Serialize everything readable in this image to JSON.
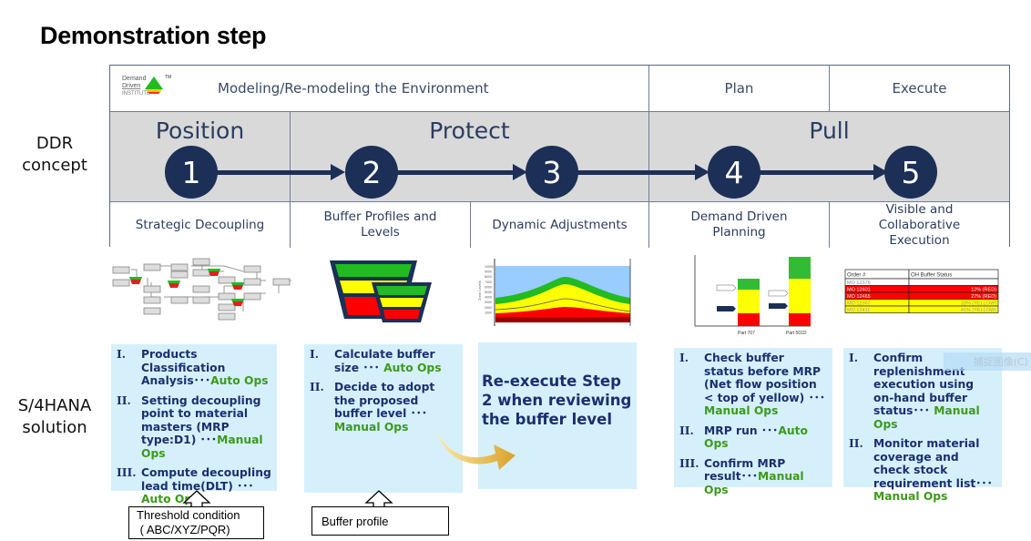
{
  "page": {
    "title": "Demonstration step"
  },
  "row_labels": {
    "ddr": [
      "DDR",
      "concept"
    ],
    "s4": [
      "S/4HANA",
      "solution"
    ]
  },
  "framework": {
    "logo": {
      "line1": "Demand",
      "line2": "Driven",
      "line3": "INSTITUTE",
      "tm": "TM"
    },
    "header": {
      "modeling": "Modeling/Re-modeling the Environment",
      "plan": "Plan",
      "execute": "Execute"
    },
    "phases": [
      {
        "label": "Position"
      },
      {
        "label": "Protect"
      },
      {
        "label": "Pull"
      }
    ],
    "steps": [
      {
        "number": "1",
        "label": "Strategic Decoupling"
      },
      {
        "number": "2",
        "label": "Buffer Profiles and Levels"
      },
      {
        "number": "3",
        "label": "Dynamic Adjustments"
      },
      {
        "number": "4",
        "label": "Demand Driven Planning"
      },
      {
        "number": "5",
        "label": "Visible and Collaborative Execution"
      }
    ],
    "colors": {
      "navy": "#1b2f57",
      "band_gray": "#d9d9d9",
      "green": "#22bb22",
      "yellow": "#ffff00",
      "red": "#ff0000",
      "box_blue": "#d5f0fb",
      "ops_green": "#3c9a1a"
    }
  },
  "illustrations": {
    "chart_axis_label": "Zone Levels",
    "chart_ticks": [
      "10000",
      "9000",
      "8000",
      "7000",
      "6000",
      "5000",
      "4000",
      "3000",
      "2000",
      "1000"
    ],
    "parts": [
      "Part 707",
      "Part 501D"
    ],
    "order_table": {
      "headers": [
        "Order #",
        "OH Buffer Status"
      ],
      "rows": [
        {
          "order": "MO 12379",
          "status": "",
          "color": "white"
        },
        {
          "order": "MO 12401",
          "status": "12% (RED)",
          "color": "red"
        },
        {
          "order": "MO 12465",
          "status": "27% (RED)",
          "color": "red"
        },
        {
          "order": "MO 12367",
          "status": "33% (YELLOW)",
          "color": "yellow"
        },
        {
          "order": "MO 12411",
          "status": "41% (YELLOW)",
          "color": "yellow"
        }
      ]
    }
  },
  "solutions": {
    "box1": [
      {
        "num": "I.",
        "text": "Products Classification Analysis",
        "sep": "･･･",
        "ops": "Auto Ops"
      },
      {
        "num": "II.",
        "text": "Setting decoupling point to material masters (MRP type:D1)",
        "sep": " ･･･",
        "ops": "Manual Ops"
      },
      {
        "num": "III.",
        "text": "Compute decoupling lead time(DLT)",
        "sep": " ･･･ ",
        "ops": "Auto Ops"
      }
    ],
    "box2": [
      {
        "num": "I.",
        "text": "Calculate buffer size",
        "sep": " ･･･ ",
        "ops": "Auto Ops"
      },
      {
        "num": "II.",
        "text": "Decide to adopt the proposed buffer level",
        "sep": " ･･･",
        "ops": "Manual Ops"
      }
    ],
    "reexecute": "Re-execute Step 2 when reviewing the buffer level",
    "box4": [
      {
        "num": "I.",
        "text": "Check buffer status before MRP (Net flow position < top of yellow)",
        "sep": " ･･･ ",
        "ops": "Manual Ops"
      },
      {
        "num": "II.",
        "text": "MRP run",
        "sep": " ･･･",
        "ops": "Auto Ops"
      },
      {
        "num": "III.",
        "text": "Confirm MRP result",
        "sep": "･･･",
        "ops": "Manual Ops"
      }
    ],
    "box5": [
      {
        "num": "I.",
        "text": "Confirm replenishment execution using on-hand  buffer status",
        "sep": "･･･ ",
        "ops": "Manual Ops"
      },
      {
        "num": "II.",
        "text": "Monitor material coverage and check stock requirement list",
        "sep": "･･･",
        "ops": "Manual Ops"
      }
    ]
  },
  "callouts": {
    "threshold": [
      "Threshold condition",
      " ( ABC/XYZ/PQR)"
    ],
    "buffer_profile": "Buffer profile"
  },
  "overlay": {
    "capture_button": "捕捉图像(C)"
  }
}
